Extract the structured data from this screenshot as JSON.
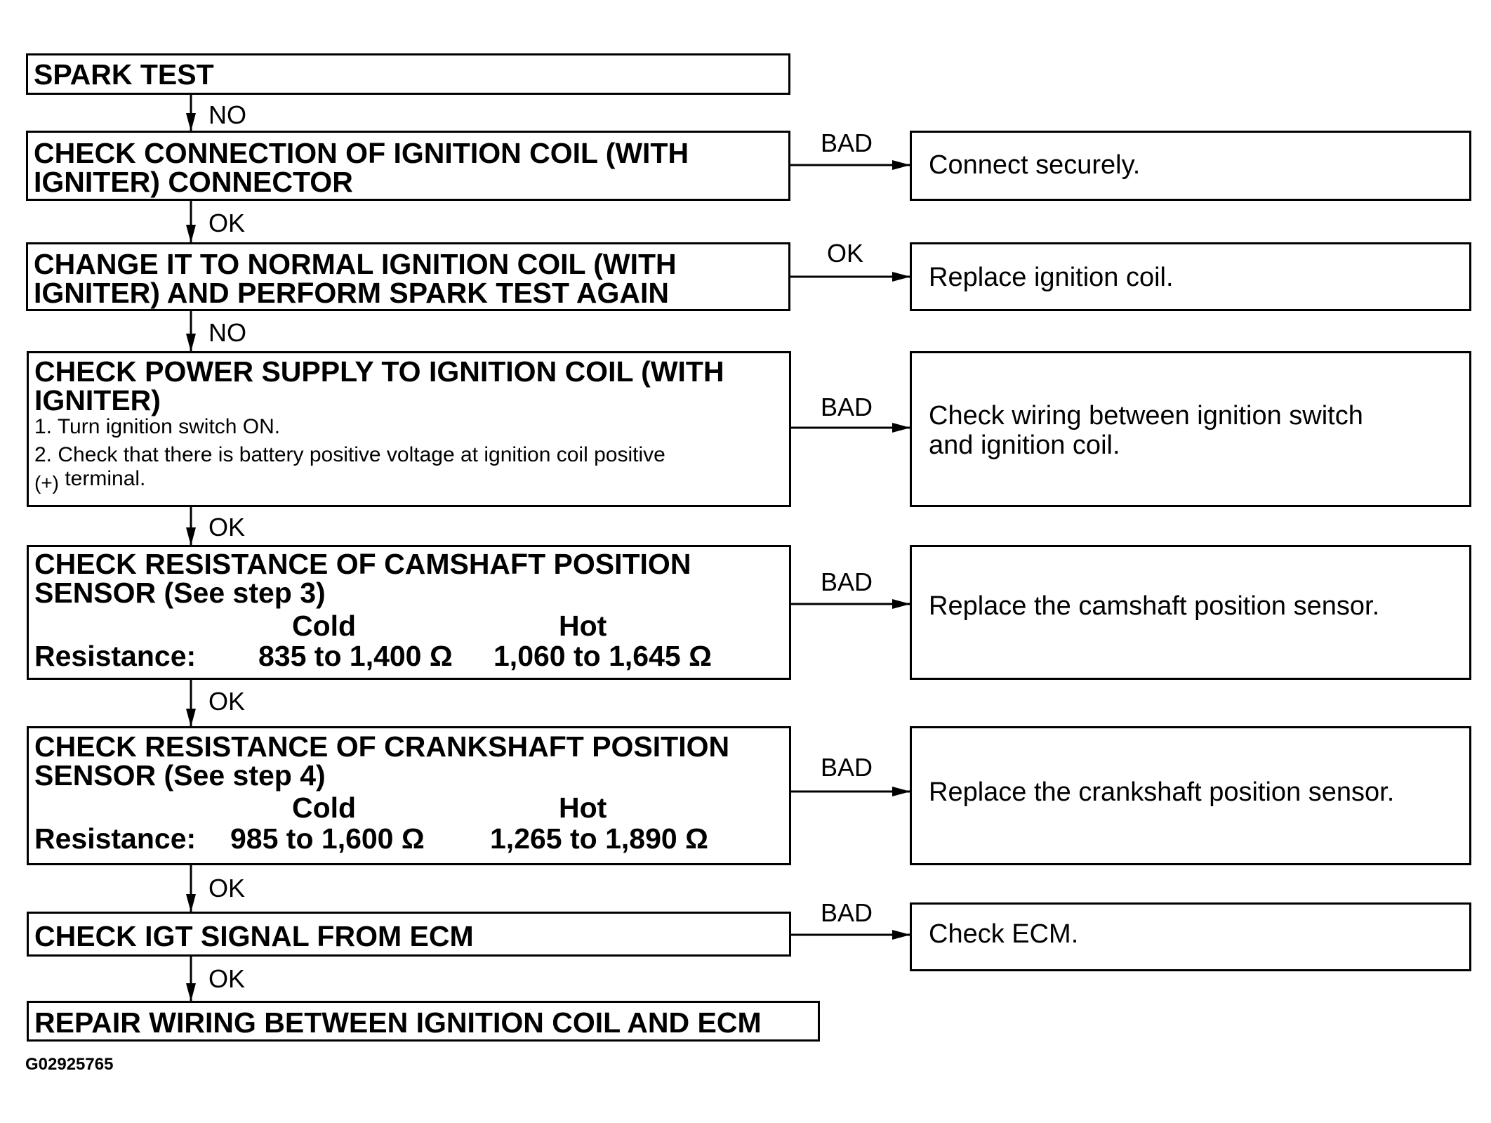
{
  "steps": [
    {
      "title": "SPARK TEST"
    },
    {
      "title_line1": "CHECK CONNECTION OF IGNITION COIL (WITH",
      "title_line2": "IGNITER) CONNECTOR"
    },
    {
      "title_line1": "CHANGE IT TO NORMAL IGNITION COIL (WITH",
      "title_line2": "IGNITER) AND PERFORM SPARK TEST AGAIN"
    },
    {
      "title_line1": "CHECK POWER SUPPLY TO IGNITION COIL (WITH",
      "title_line2": "IGNITER)",
      "sub1": "1. Turn ignition switch ON.",
      "sub2": "2. Check that there is battery positive voltage at ignition coil positive",
      "sub3_sym": "(+)",
      "sub3": "terminal."
    },
    {
      "title_line1": "CHECK RESISTANCE OF CAMSHAFT POSITION",
      "title_line2": "SENSOR (See step 3)",
      "col_cold": "Cold",
      "col_hot": "Hot",
      "row_label": "Resistance:",
      "cold_value": "835 to 1,400 Ω",
      "hot_value": "1,060 to 1,645 Ω"
    },
    {
      "title_line1": "CHECK RESISTANCE OF CRANKSHAFT POSITION",
      "title_line2": "SENSOR (See step 4)",
      "col_cold": "Cold",
      "col_hot": "Hot",
      "row_label": "Resistance:",
      "cold_value": "985 to 1,600 Ω",
      "hot_value": "1,265 to 1,890 Ω"
    },
    {
      "title": "CHECK IGT SIGNAL FROM ECM"
    },
    {
      "title": "REPAIR WIRING BETWEEN IGNITION COIL AND ECM"
    }
  ],
  "down_labels": [
    "NO",
    "OK",
    "NO",
    "OK",
    "OK",
    "OK",
    "OK"
  ],
  "side_labels": [
    "BAD",
    "OK",
    "BAD",
    "BAD",
    "BAD",
    "BAD"
  ],
  "actions": [
    {
      "line1": "Connect securely."
    },
    {
      "line1": "Replace ignition coil."
    },
    {
      "line1": "Check wiring between ignition switch",
      "line2": "and ignition coil."
    },
    {
      "line1": "Replace the camshaft position sensor."
    },
    {
      "line1": "Replace the crankshaft position sensor."
    },
    {
      "line1": "Check ECM."
    }
  ],
  "figure_code": "G02925765"
}
